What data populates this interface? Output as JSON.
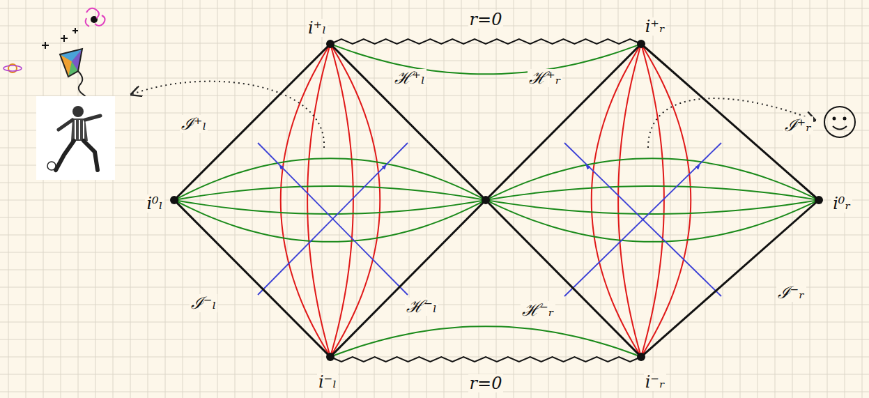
{
  "diagram": {
    "labels": [
      "r=0",
      "r=0",
      "i⁺ₗ",
      "i⁺ᵣ",
      "i⁰ₗ",
      "i⁰ᵣ",
      "i⁻ₗ",
      "i⁻ᵣ",
      "ℐ⁺ₗ",
      "ℐ⁺ᵣ",
      "ℐ⁻ₗ",
      "ℐ⁻ᵣ",
      "ℋ⁺ₗ",
      "ℋ⁺ᵣ",
      "ℋ⁻ₗ",
      "ℋ⁻ᵣ"
    ]
  }
}
